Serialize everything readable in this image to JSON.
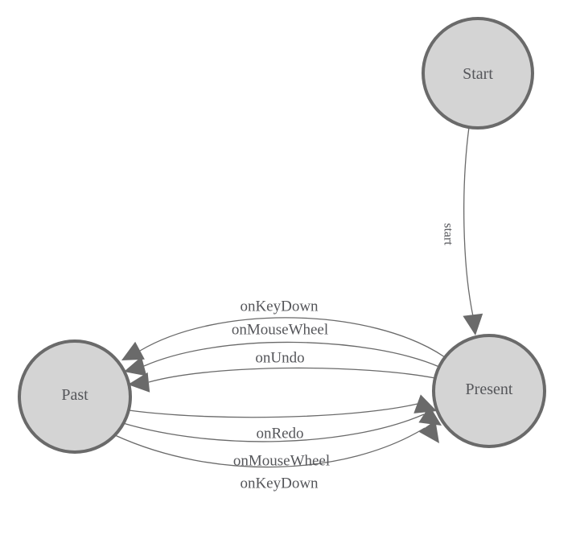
{
  "diagram": {
    "type": "state-machine",
    "nodes": [
      {
        "id": "start",
        "label": "Start"
      },
      {
        "id": "past",
        "label": "Past"
      },
      {
        "id": "present",
        "label": "Present"
      }
    ],
    "edges": [
      {
        "from": "start",
        "to": "present",
        "label": "start"
      },
      {
        "from": "present",
        "to": "past",
        "label": "onKeyDown"
      },
      {
        "from": "present",
        "to": "past",
        "label": "onMouseWheel"
      },
      {
        "from": "present",
        "to": "past",
        "label": "onUndo"
      },
      {
        "from": "past",
        "to": "present",
        "label": "onRedo"
      },
      {
        "from": "past",
        "to": "present",
        "label": "onMouseWheel"
      },
      {
        "from": "past",
        "to": "present",
        "label": "onKeyDown"
      }
    ],
    "colors": {
      "node_fill": "#d4d4d4",
      "node_stroke": "#6a6a6a",
      "edge_line": "#6a6a6a",
      "arrow_fill": "#6a6a6a",
      "label_text": "#55565a",
      "background": "#ffffff"
    }
  }
}
